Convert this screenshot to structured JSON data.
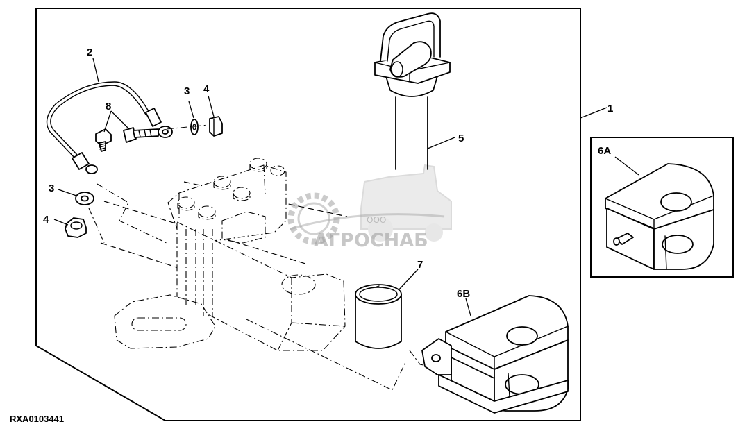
{
  "callouts": {
    "c1": "1",
    "c2": "2",
    "c3a": "3",
    "c4a": "4",
    "c8": "8",
    "c3b": "3",
    "c4b": "4",
    "c5": "5",
    "c7": "7",
    "c6a": "6A",
    "c6b": "6B"
  },
  "figure_code": "RXA0103441",
  "watermark": {
    "company_prefix": "ООО",
    "company_name": "АГРОСНАБ"
  }
}
